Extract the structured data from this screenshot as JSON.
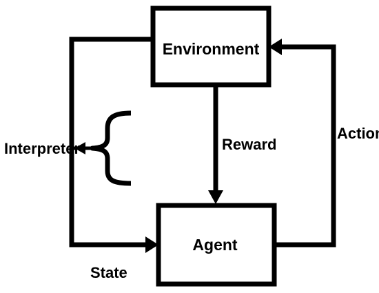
{
  "nodes": {
    "environment": "Environment",
    "agent": "Agent"
  },
  "edges": {
    "reward": "Reward",
    "action": "Action",
    "state": "State"
  },
  "interpreter": "Interpreter",
  "colors": {
    "stroke": "#000000",
    "background": "#ffffff"
  }
}
